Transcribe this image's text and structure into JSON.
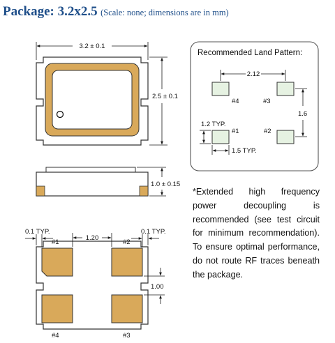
{
  "header": {
    "title": "Package: 3.2x2.5",
    "subtitle": "(Scale: none; dimensions are in mm)"
  },
  "top_view": {
    "width_dim": "3.2 ± 0.1",
    "height_dim": "2.5 ± 0.1"
  },
  "side_view": {
    "thickness_dim": "1.0 ± 0.15"
  },
  "bottom_view": {
    "edge_left_dim": "0.1  TYP.",
    "edge_right_dim": "0.1  TYP.",
    "pad_spacing_dim": "1.20",
    "pad_vertical_dim": "1.00",
    "pads": [
      "#1",
      "#2",
      "#3",
      "#4"
    ]
  },
  "land_pattern": {
    "title": "Recommended Land Pattern:",
    "horizontal_dim": "2.12",
    "vertical_dim": "1.6",
    "pad_height_dim": "1.2  TYP.",
    "pad_width_dim": "1.5  TYP.",
    "pads": [
      "#1",
      "#2",
      "#3",
      "#4"
    ]
  },
  "note": "*Extended high frequency power decoupling is recommended (see test circuit for minimum recommendation). To ensure optimal performance, do not route RF traces beneath the package.",
  "colors": {
    "pad_fill": "#d9a95a",
    "land_pad_fill": "#e6f2e2",
    "dimension_line": "#1a1a1a",
    "title_color": "#1f4f8a"
  }
}
